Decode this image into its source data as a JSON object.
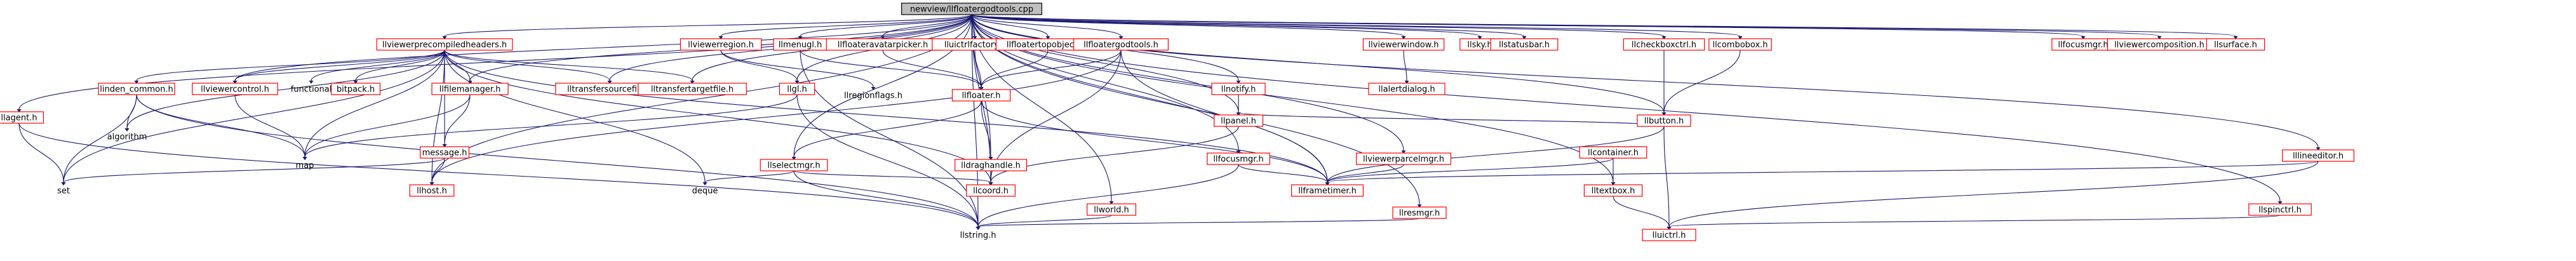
{
  "title": "newview/llfloatergodtools.cpp",
  "nodes": [
    {
      "id": "root",
      "label": "newview/llfloatergodtools.cpp",
      "kind": "root"
    },
    {
      "id": "llviewerprecompiledheaders",
      "label": "llviewerprecompiledheaders.h",
      "kind": "file"
    },
    {
      "id": "llviewerregion",
      "label": "llviewerregion.h",
      "kind": "file"
    },
    {
      "id": "llmenugl",
      "label": "llmenugl.h",
      "kind": "file"
    },
    {
      "id": "llfloateravatarpicker",
      "label": "llfloateravatarpicker.h",
      "kind": "file"
    },
    {
      "id": "lluictrlfactory",
      "label": "lluictrlfactory.h",
      "kind": "file"
    },
    {
      "id": "llfloatertopobjects",
      "label": "llfloatertopobjects.h",
      "kind": "file"
    },
    {
      "id": "llfloatergodtools",
      "label": "llfloatergodtools.h",
      "kind": "file"
    },
    {
      "id": "llviewerwindow",
      "label": "llviewerwindow.h",
      "kind": "file"
    },
    {
      "id": "llsky",
      "label": "llsky.h",
      "kind": "file"
    },
    {
      "id": "llstatusbar",
      "label": "llstatusbar.h",
      "kind": "file"
    },
    {
      "id": "llcheckboxctrl",
      "label": "llcheckboxctrl.h",
      "kind": "file"
    },
    {
      "id": "llcombobox",
      "label": "llcombobox.h",
      "kind": "file"
    },
    {
      "id": "llfocusmgr_top",
      "label": "llfocusmgr.h",
      "kind": "file"
    },
    {
      "id": "llviewercomposition",
      "label": "llviewercomposition.h",
      "kind": "file"
    },
    {
      "id": "llsurface",
      "label": "llsurface.h",
      "kind": "file"
    },
    {
      "id": "llagent",
      "label": "llagent.h",
      "kind": "file"
    },
    {
      "id": "linden_common",
      "label": "linden_common.h",
      "kind": "file"
    },
    {
      "id": "llviewercontrol",
      "label": "llviewercontrol.h",
      "kind": "file"
    },
    {
      "id": "functional",
      "label": "functional",
      "kind": "plain"
    },
    {
      "id": "bitpack",
      "label": "bitpack.h",
      "kind": "file"
    },
    {
      "id": "llfilemanager",
      "label": "llfilemanager.h",
      "kind": "file"
    },
    {
      "id": "lltransfersourcefile",
      "label": "lltransfersourcefile.h",
      "kind": "file"
    },
    {
      "id": "lltransfertargetfile",
      "label": "lltransfertargetfile.h",
      "kind": "file"
    },
    {
      "id": "llgl",
      "label": "llgl.h",
      "kind": "file"
    },
    {
      "id": "llregionflags",
      "label": "llregionflags.h",
      "kind": "plain"
    },
    {
      "id": "llfloater",
      "label": "llfloater.h",
      "kind": "file"
    },
    {
      "id": "llnotify",
      "label": "llnotify.h",
      "kind": "file"
    },
    {
      "id": "llalertdialog",
      "label": "llalertdialog.h",
      "kind": "file"
    },
    {
      "id": "llbutton",
      "label": "llbutton.h",
      "kind": "file"
    },
    {
      "id": "lllineeditor",
      "label": "lllineeditor.h",
      "kind": "file"
    },
    {
      "id": "algorithm",
      "label": "algorithm",
      "kind": "plain"
    },
    {
      "id": "map",
      "label": "map",
      "kind": "plain"
    },
    {
      "id": "message",
      "label": "message.h",
      "kind": "file"
    },
    {
      "id": "llselectmgr",
      "label": "llselectmgr.h",
      "kind": "file"
    },
    {
      "id": "lldraghandle",
      "label": "lldraghandle.h",
      "kind": "file"
    },
    {
      "id": "llfocusmgr",
      "label": "llfocusmgr.h",
      "kind": "file"
    },
    {
      "id": "llviewerparcelmgr",
      "label": "llviewerparcelmgr.h",
      "kind": "file"
    },
    {
      "id": "lluictrl",
      "label": "lluictrl.h",
      "kind": "file"
    },
    {
      "id": "llpanel",
      "label": "llpanel.h",
      "kind": "file"
    },
    {
      "id": "llcontainer",
      "label": "llcontainer.h",
      "kind": "file"
    },
    {
      "id": "llhost",
      "label": "llhost.h",
      "kind": "file"
    },
    {
      "id": "deque",
      "label": "deque",
      "kind": "plain"
    },
    {
      "id": "llcoord",
      "label": "llcoord.h",
      "kind": "file"
    },
    {
      "id": "llworld",
      "label": "llworld.h",
      "kind": "file"
    },
    {
      "id": "llframetimer",
      "label": "llframetimer.h",
      "kind": "file"
    },
    {
      "id": "lltextbox",
      "label": "lltextbox.h",
      "kind": "file"
    },
    {
      "id": "llresmgr",
      "label": "llresmgr.h",
      "kind": "file"
    },
    {
      "id": "llspinctrl",
      "label": "llspinctrl.h",
      "kind": "file"
    },
    {
      "id": "set",
      "label": "set",
      "kind": "plain"
    },
    {
      "id": "llstring",
      "label": "llstring.h",
      "kind": "plain"
    },
    {
      "id": "lluictrlbottom",
      "label": "lluictrl.h",
      "kind": "file"
    }
  ],
  "edges": [
    [
      "root",
      "llviewerprecompiledheaders"
    ],
    [
      "root",
      "llviewerregion"
    ],
    [
      "root",
      "llmenugl"
    ],
    [
      "root",
      "llfloateravatarpicker"
    ],
    [
      "root",
      "lluictrlfactory"
    ],
    [
      "root",
      "llfloatertopobjects"
    ],
    [
      "root",
      "llfloatergodtools"
    ],
    [
      "root",
      "llviewerwindow"
    ],
    [
      "root",
      "llsky"
    ],
    [
      "root",
      "llstatusbar"
    ],
    [
      "root",
      "llcheckboxctrl"
    ],
    [
      "root",
      "llcombobox"
    ],
    [
      "root",
      "llfocusmgr_top"
    ],
    [
      "root",
      "llviewercomposition"
    ],
    [
      "root",
      "llsurface"
    ],
    [
      "root",
      "llagent"
    ],
    [
      "root",
      "llviewercontrol"
    ],
    [
      "root",
      "llfilemanager"
    ],
    [
      "root",
      "lltransfersourcefile"
    ],
    [
      "root",
      "lltransfertargetfile"
    ],
    [
      "root",
      "llgl"
    ],
    [
      "root",
      "llnotify"
    ],
    [
      "root",
      "llpanel"
    ],
    [
      "root",
      "llhost"
    ],
    [
      "root",
      "llstring"
    ],
    [
      "root",
      "llselectmgr"
    ],
    [
      "root",
      "lldraghandle"
    ],
    [
      "root",
      "llfocusmgr"
    ],
    [
      "root",
      "llviewerparcelmgr"
    ],
    [
      "root",
      "llframetimer"
    ],
    [
      "root",
      "llworld"
    ],
    [
      "root",
      "lltextbox"
    ],
    [
      "root",
      "llresmgr"
    ],
    [
      "root",
      "llspinctrl"
    ],
    [
      "root",
      "lllineeditor"
    ],
    [
      "root",
      "llbutton"
    ],
    [
      "root",
      "llcoord"
    ],
    [
      "llviewerprecompiledheaders",
      "linden_common"
    ],
    [
      "llviewerprecompiledheaders",
      "llviewercontrol"
    ],
    [
      "llviewerprecompiledheaders",
      "functional"
    ],
    [
      "llviewerprecompiledheaders",
      "bitpack"
    ],
    [
      "llviewerprecompiledheaders",
      "llfilemanager"
    ],
    [
      "llviewerprecompiledheaders",
      "lltransfersourcefile"
    ],
    [
      "llviewerprecompiledheaders",
      "lltransfertargetfile"
    ],
    [
      "llviewerprecompiledheaders",
      "message"
    ],
    [
      "llviewerprecompiledheaders",
      "algorithm"
    ],
    [
      "llviewerprecompiledheaders",
      "map"
    ],
    [
      "llviewerprecompiledheaders",
      "set"
    ],
    [
      "llviewerprecompiledheaders",
      "llhost"
    ],
    [
      "llviewerprecompiledheaders",
      "deque"
    ],
    [
      "llviewerprecompiledheaders",
      "llframetimer"
    ],
    [
      "llviewerprecompiledheaders",
      "llcoord"
    ],
    [
      "linden_common",
      "set"
    ],
    [
      "linden_common",
      "map"
    ],
    [
      "linden_common",
      "llstring"
    ],
    [
      "linden_common",
      "algorithm"
    ],
    [
      "llviewercontrol",
      "map"
    ],
    [
      "llfilemanager",
      "message"
    ],
    [
      "llfilemanager",
      "map"
    ],
    [
      "message",
      "set"
    ],
    [
      "message",
      "llhost"
    ],
    [
      "llagent",
      "set"
    ],
    [
      "llagent",
      "llstring"
    ],
    [
      "llviewerregion",
      "llregionflags"
    ],
    [
      "llviewerregion",
      "llgl"
    ],
    [
      "llgl",
      "map"
    ],
    [
      "llgl",
      "llstring"
    ],
    [
      "llmenugl",
      "llstring"
    ],
    [
      "llmenugl",
      "llfloater"
    ],
    [
      "llfloateravatarpicker",
      "llfloater"
    ],
    [
      "lluictrlfactory",
      "llfloater"
    ],
    [
      "llfloatertopobjects",
      "llfloater"
    ],
    [
      "llfloatergodtools",
      "llfloater"
    ],
    [
      "llfloatergodtools",
      "llframetimer"
    ],
    [
      "llfloatergodtools",
      "llhost"
    ],
    [
      "llfloatergodtools",
      "llcoord"
    ],
    [
      "llfloater",
      "llselectmgr"
    ],
    [
      "llfloater",
      "lldraghandle"
    ],
    [
      "llfloater",
      "llframetimer"
    ],
    [
      "llselectmgr",
      "deque"
    ],
    [
      "llselectmgr",
      "llstring"
    ],
    [
      "llselectmgr",
      "llcoord"
    ],
    [
      "lldraghandle",
      "llcoord"
    ],
    [
      "llviewerwindow",
      "llalertdialog"
    ],
    [
      "llnotify",
      "llpanel"
    ],
    [
      "llpanel",
      "llcoord"
    ],
    [
      "llcheckboxctrl",
      "llbutton"
    ],
    [
      "llcombobox",
      "llbutton"
    ],
    [
      "llbutton",
      "llpanel"
    ],
    [
      "llbutton",
      "llframetimer"
    ],
    [
      "llbutton",
      "lluictrlbottom"
    ],
    [
      "llcontainer",
      "llframetimer"
    ],
    [
      "llcontainer",
      "lltextbox"
    ],
    [
      "llfocusmgr",
      "llframetimer"
    ],
    [
      "llfocusmgr",
      "llstring"
    ],
    [
      "llviewerparcelmgr",
      "llframetimer"
    ],
    [
      "lltextbox",
      "lluictrlbottom"
    ],
    [
      "llresmgr",
      "llstring"
    ],
    [
      "llspinctrl",
      "lluictrlbottom"
    ],
    [
      "lllineeditor",
      "lluictrlbottom"
    ],
    [
      "lllineeditor",
      "llframetimer"
    ],
    [
      "llworld",
      "llstring"
    ]
  ]
}
